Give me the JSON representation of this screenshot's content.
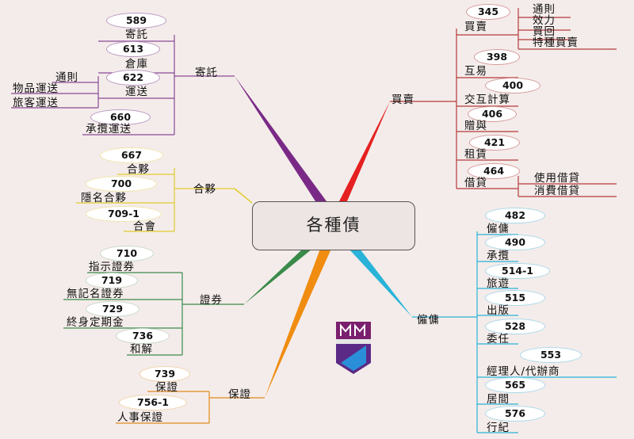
{
  "center": "各種債",
  "colors": {
    "maimai": "#c23a3a",
    "jituo": "#7a2a86",
    "hehuo": "#e0cc2e",
    "zhengquan": "#3a8a4a",
    "baozheng": "#e08a1a",
    "guyong": "#29b3d8"
  },
  "branches": {
    "maimai": {
      "label": "買賣",
      "items": [
        {
          "num": "345",
          "label": "買賣",
          "subs": [
            "通則",
            "效力",
            "買回",
            "特種買賣"
          ]
        },
        {
          "num": "398",
          "label": "互易"
        },
        {
          "num": "400",
          "label": "交互計算"
        },
        {
          "num": "406",
          "label": "贈與"
        },
        {
          "num": "421",
          "label": "租賃"
        },
        {
          "num": "464",
          "label": "借貸",
          "subs": [
            "使用借貸",
            "消費借貸"
          ]
        }
      ]
    },
    "jituo": {
      "label": "寄託",
      "items": [
        {
          "num": "589",
          "label": "寄託"
        },
        {
          "num": "613",
          "label": "倉庫"
        },
        {
          "num": "622",
          "label": "運送",
          "subs": [
            "通則",
            "物品運送",
            "旅客運送"
          ]
        },
        {
          "num": "660",
          "label": "承攬運送"
        }
      ]
    },
    "hehuo": {
      "label": "合夥",
      "items": [
        {
          "num": "667",
          "label": "合夥"
        },
        {
          "num": "700",
          "label": "隱名合夥"
        },
        {
          "num": "709-1",
          "label": "合會"
        }
      ]
    },
    "zhengquan": {
      "label": "證券",
      "items": [
        {
          "num": "710",
          "label": "指示證券"
        },
        {
          "num": "719",
          "label": "無記名證券"
        },
        {
          "num": "729",
          "label": "終身定期金"
        },
        {
          "num": "736",
          "label": "和解"
        }
      ]
    },
    "baozheng": {
      "label": "保證",
      "items": [
        {
          "num": "739",
          "label": "保證"
        },
        {
          "num": "756-1",
          "label": "人事保證"
        }
      ]
    },
    "guyong": {
      "label": "僱傭",
      "items": [
        {
          "num": "482",
          "label": "僱傭"
        },
        {
          "num": "490",
          "label": "承攬"
        },
        {
          "num": "514-1",
          "label": "旅遊"
        },
        {
          "num": "515",
          "label": "出版"
        },
        {
          "num": "528",
          "label": "委任"
        },
        {
          "num": "553",
          "label": "經理人/代辦商"
        },
        {
          "num": "565",
          "label": "居間"
        },
        {
          "num": "576",
          "label": "行紀"
        }
      ]
    }
  }
}
